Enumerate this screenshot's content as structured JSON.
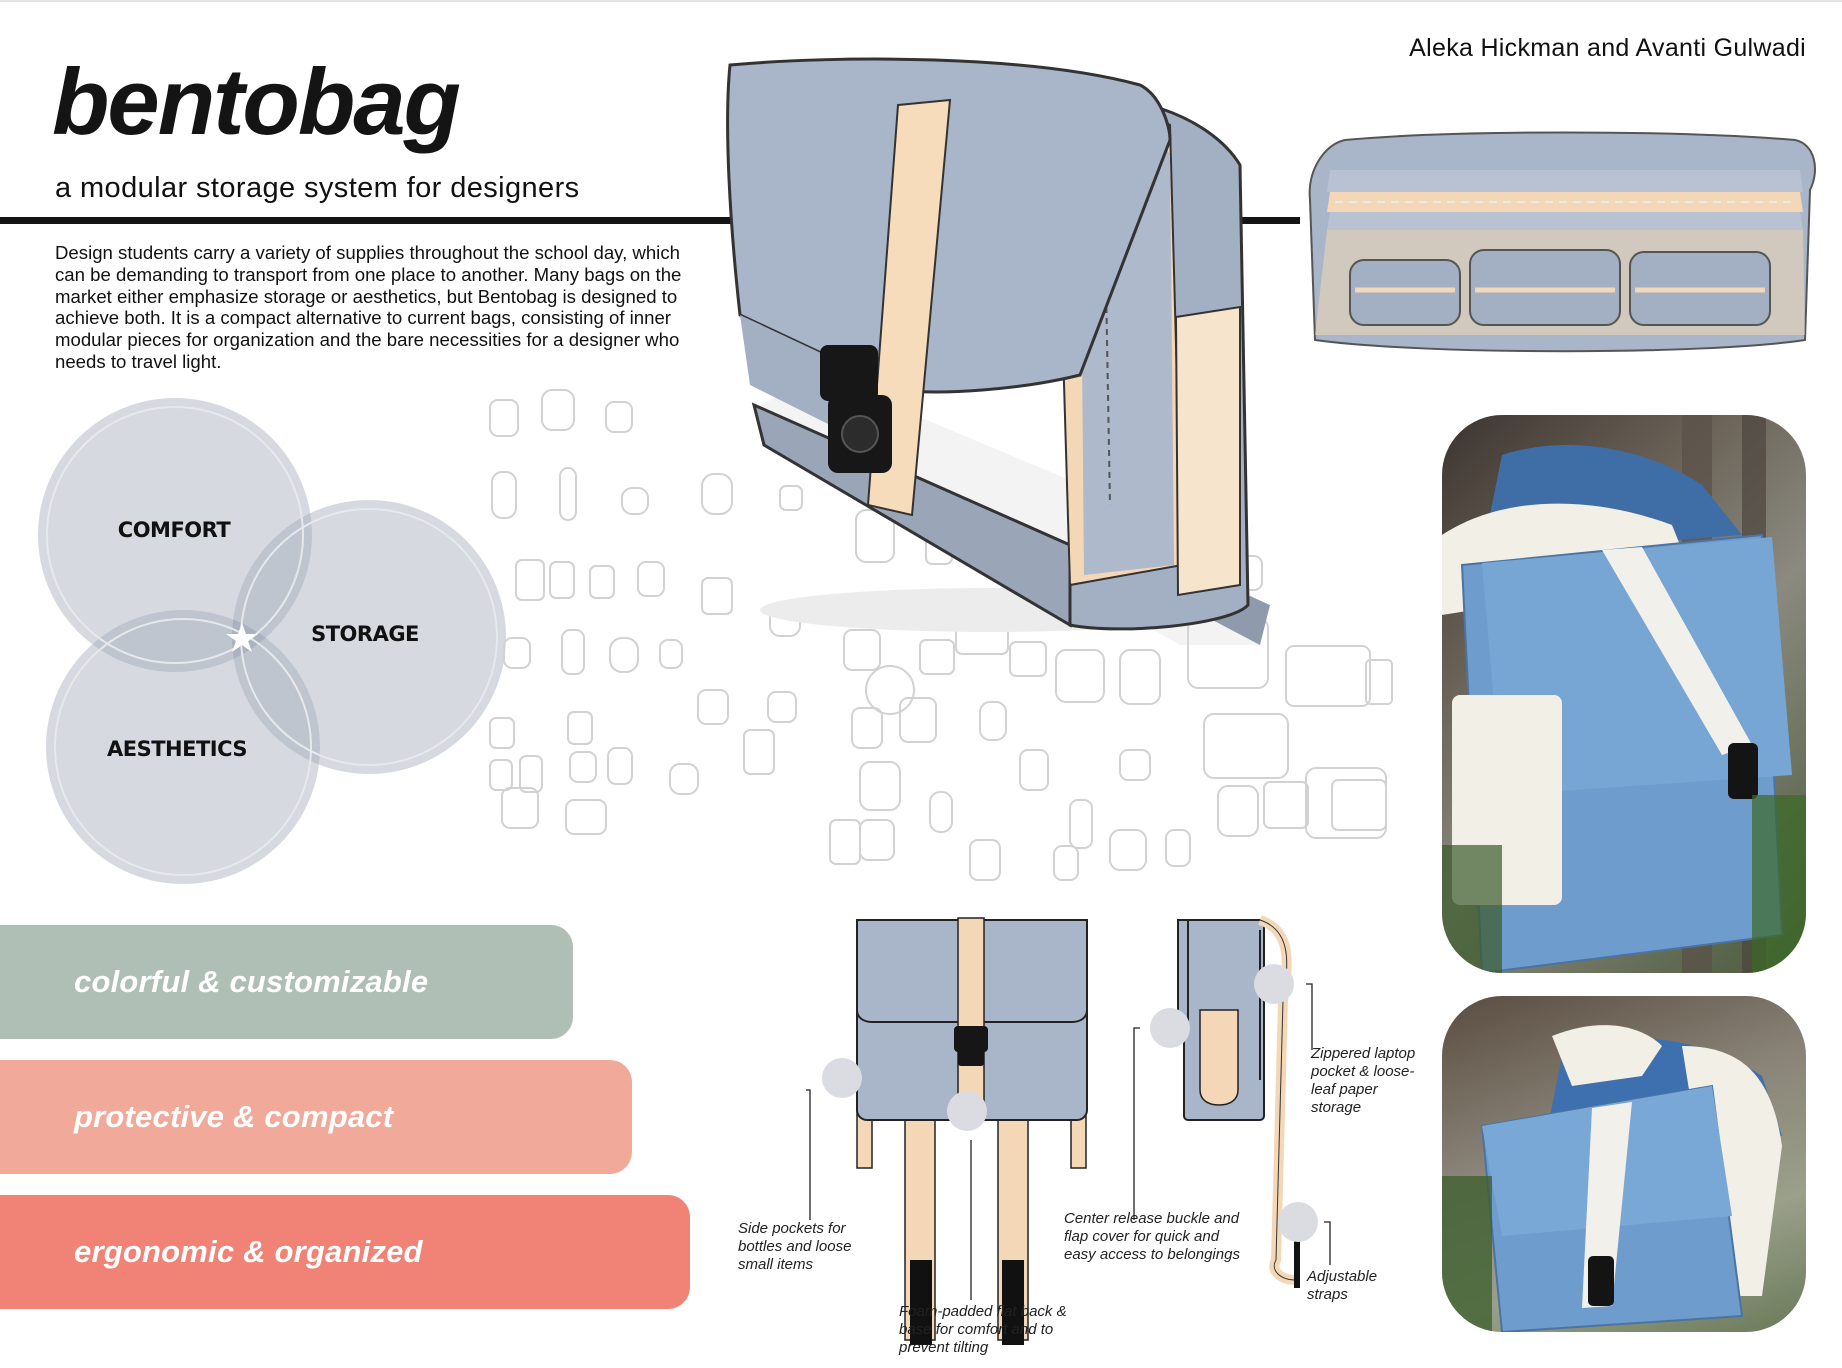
{
  "header": {
    "authors": "Aleka Hickman and Avanti Gulwadi",
    "title": "bentobag",
    "subtitle": "a modular storage system for designers"
  },
  "description": "Design students carry a variety of supplies throughout the school day, which can be demanding to transport from one place to another. Many bags on the market either emphasize storage or aesthetics, but Bentobag is designed to achieve both. It is a compact alternative to current bags, consisting of inner modular pieces for organization and the bare necessities for a designer who needs to travel light.",
  "venn": {
    "labels": [
      "COMFORT",
      "STORAGE",
      "AESTHETICS"
    ],
    "colors": {
      "circle": "#d6d9e0",
      "ring": "#c4c9d3",
      "overlap": "#aab1bf"
    }
  },
  "features": [
    "colorful & customizable",
    "protective & compact",
    "ergonomic & organized"
  ],
  "feature_colors": [
    "#b0bfb6",
    "#f1a99a",
    "#f18276"
  ],
  "callouts": {
    "side_pockets": "Side pockets for bottles and loose small items",
    "foam_back": "Foam-padded flat back & base for comfort and to prevent tilting",
    "center_buckle": "Center release buckle and flap cover for quick and easy access to belongings",
    "zippered_pocket": "Zippered laptop pocket & loose-leaf paper storage",
    "straps": "Adjustable straps"
  },
  "palette": {
    "bag_blue": "#a9b5c8",
    "strap_peach": "#f3d7b6",
    "photo_blue": "#6e9ccc",
    "buckle": "#161616"
  }
}
